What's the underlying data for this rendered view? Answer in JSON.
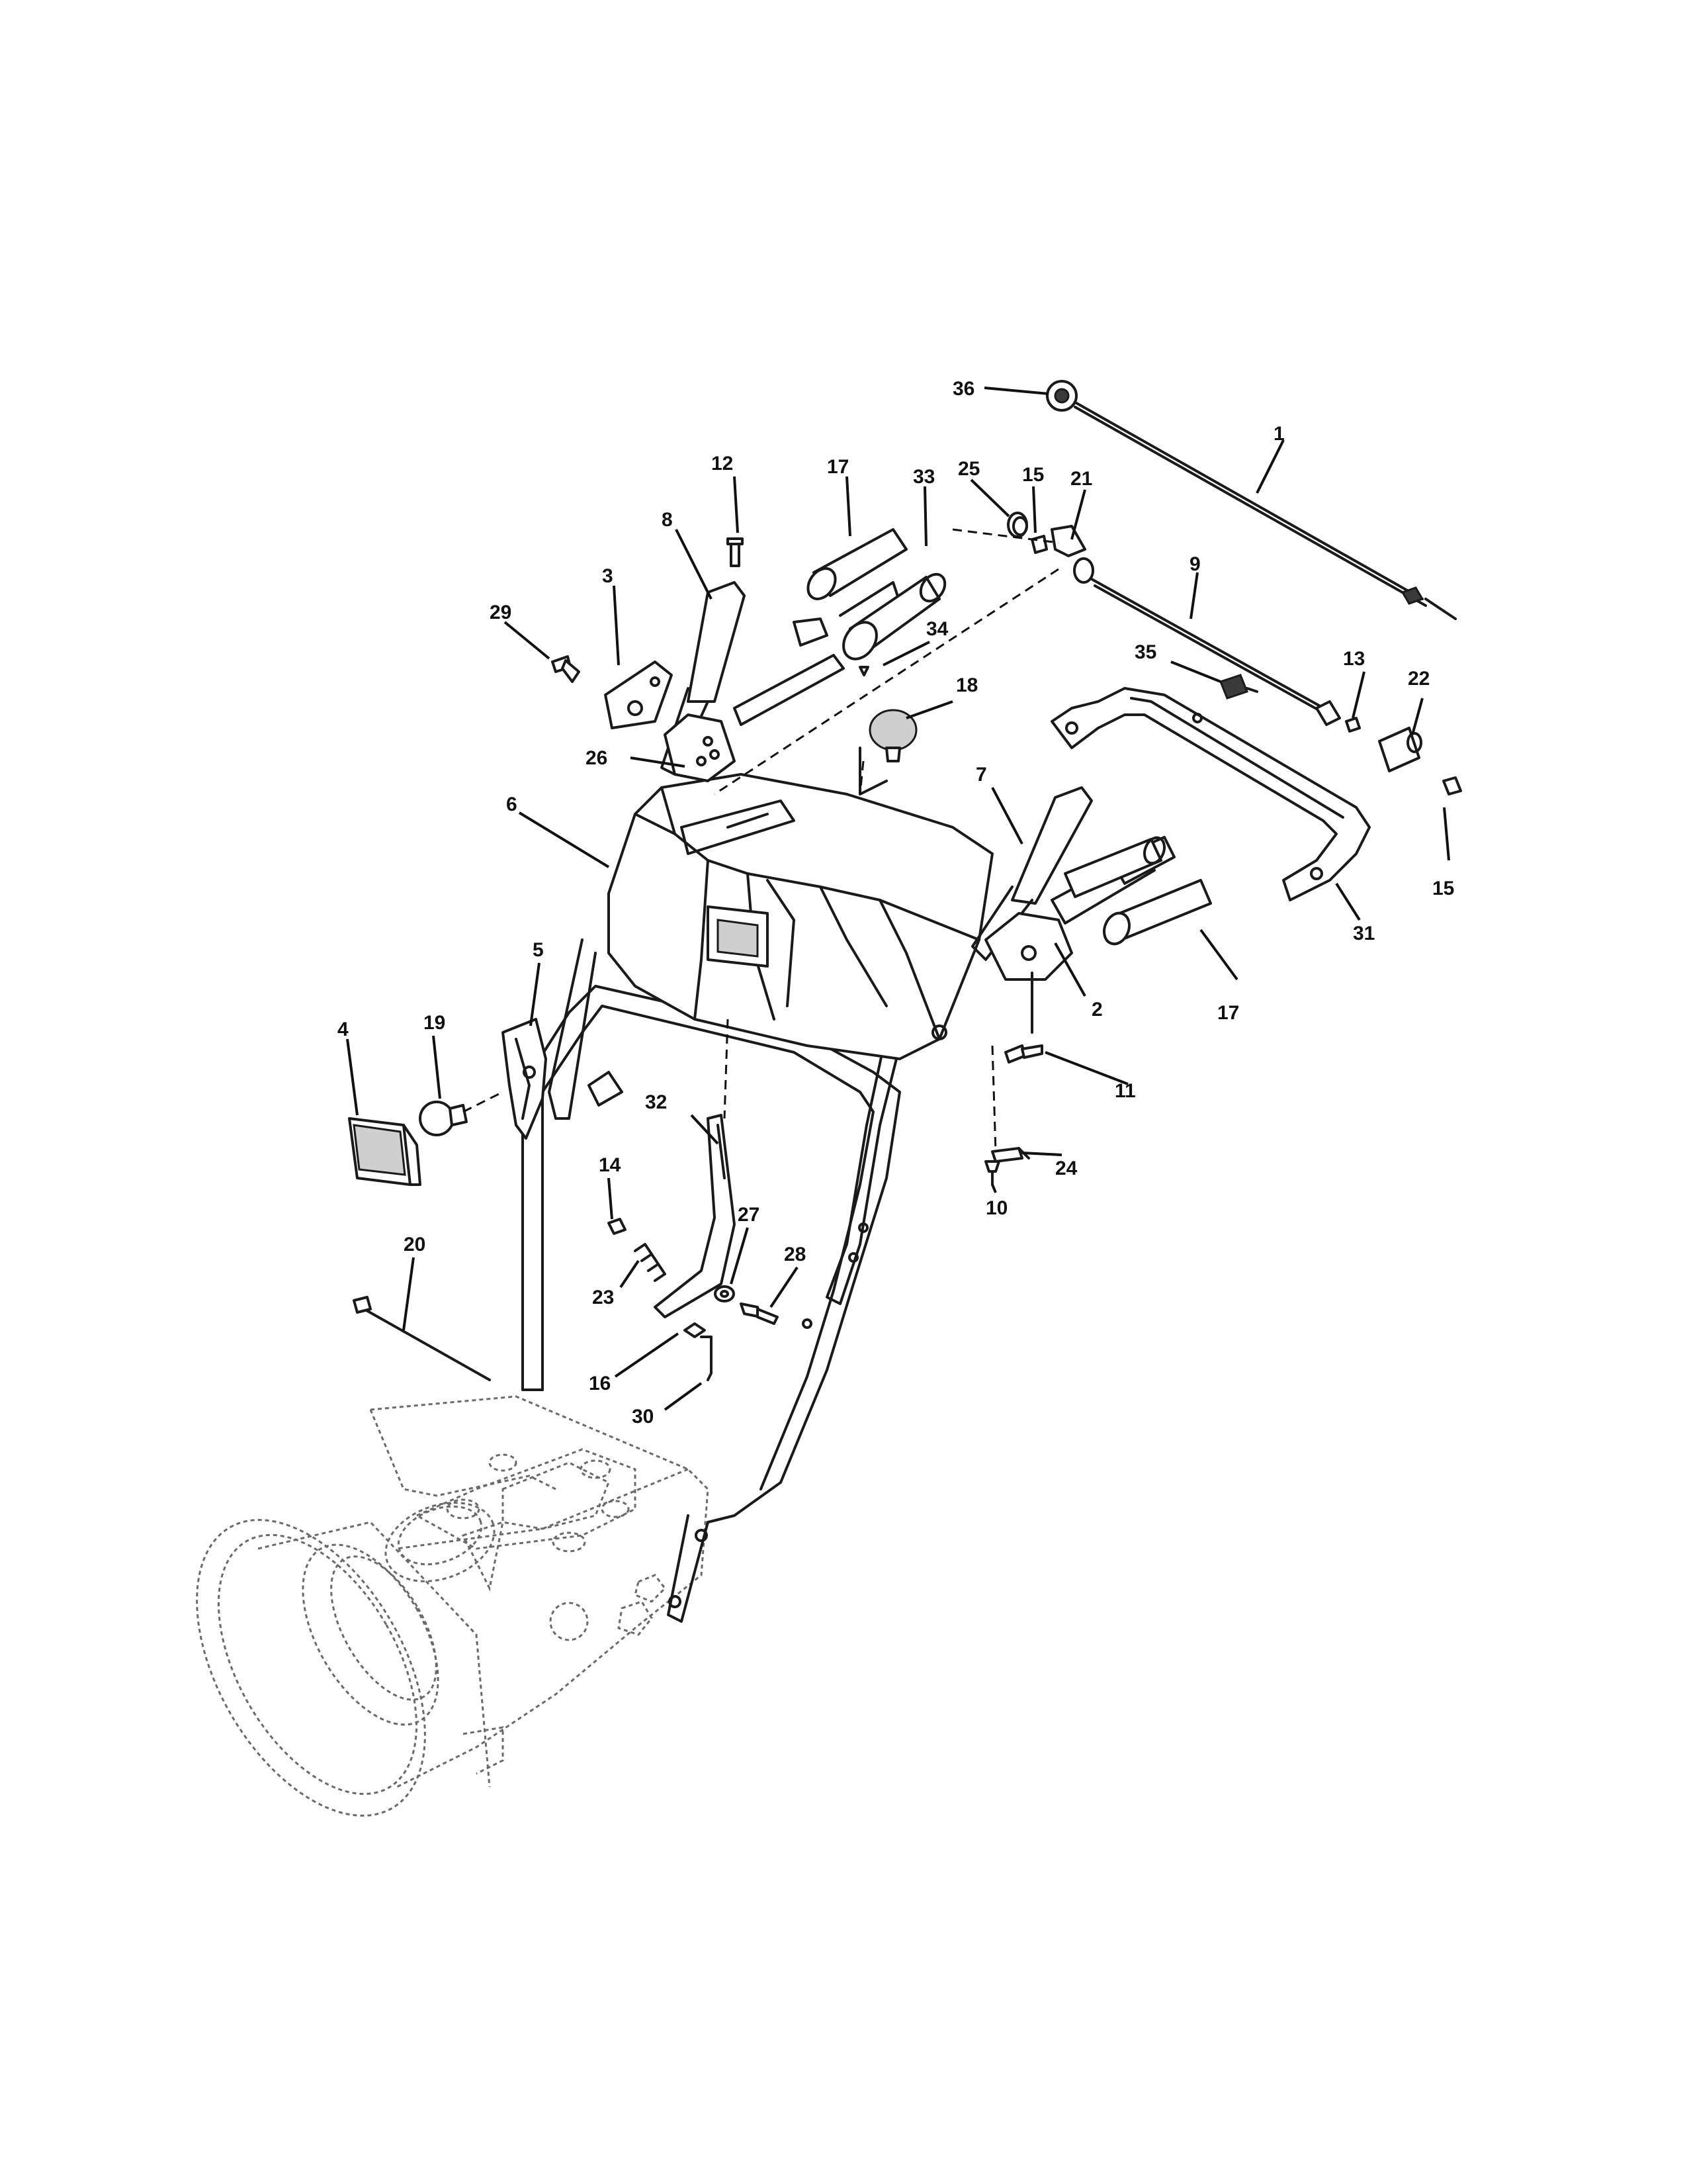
{
  "callouts": [
    {
      "id": "1",
      "label": "1"
    },
    {
      "id": "2",
      "label": "2"
    },
    {
      "id": "3",
      "label": "3"
    },
    {
      "id": "4",
      "label": "4"
    },
    {
      "id": "5",
      "label": "5"
    },
    {
      "id": "6",
      "label": "6"
    },
    {
      "id": "7",
      "label": "7"
    },
    {
      "id": "8",
      "label": "8"
    },
    {
      "id": "9",
      "label": "9"
    },
    {
      "id": "10",
      "label": "10"
    },
    {
      "id": "11",
      "label": "11"
    },
    {
      "id": "12",
      "label": "12"
    },
    {
      "id": "13",
      "label": "13"
    },
    {
      "id": "14",
      "label": "14"
    },
    {
      "id": "15a",
      "label": "15"
    },
    {
      "id": "15b",
      "label": "15"
    },
    {
      "id": "16",
      "label": "16"
    },
    {
      "id": "17a",
      "label": "17"
    },
    {
      "id": "17b",
      "label": "17"
    },
    {
      "id": "18",
      "label": "18"
    },
    {
      "id": "19",
      "label": "19"
    },
    {
      "id": "20",
      "label": "20"
    },
    {
      "id": "21",
      "label": "21"
    },
    {
      "id": "22",
      "label": "22"
    },
    {
      "id": "23",
      "label": "23"
    },
    {
      "id": "24",
      "label": "24"
    },
    {
      "id": "25",
      "label": "25"
    },
    {
      "id": "26",
      "label": "26"
    },
    {
      "id": "27",
      "label": "27"
    },
    {
      "id": "28",
      "label": "28"
    },
    {
      "id": "29",
      "label": "29"
    },
    {
      "id": "30",
      "label": "30"
    },
    {
      "id": "31",
      "label": "31"
    },
    {
      "id": "32",
      "label": "32"
    },
    {
      "id": "33",
      "label": "33"
    },
    {
      "id": "34",
      "label": "34"
    },
    {
      "id": "35",
      "label": "35"
    },
    {
      "id": "36",
      "label": "36"
    }
  ]
}
